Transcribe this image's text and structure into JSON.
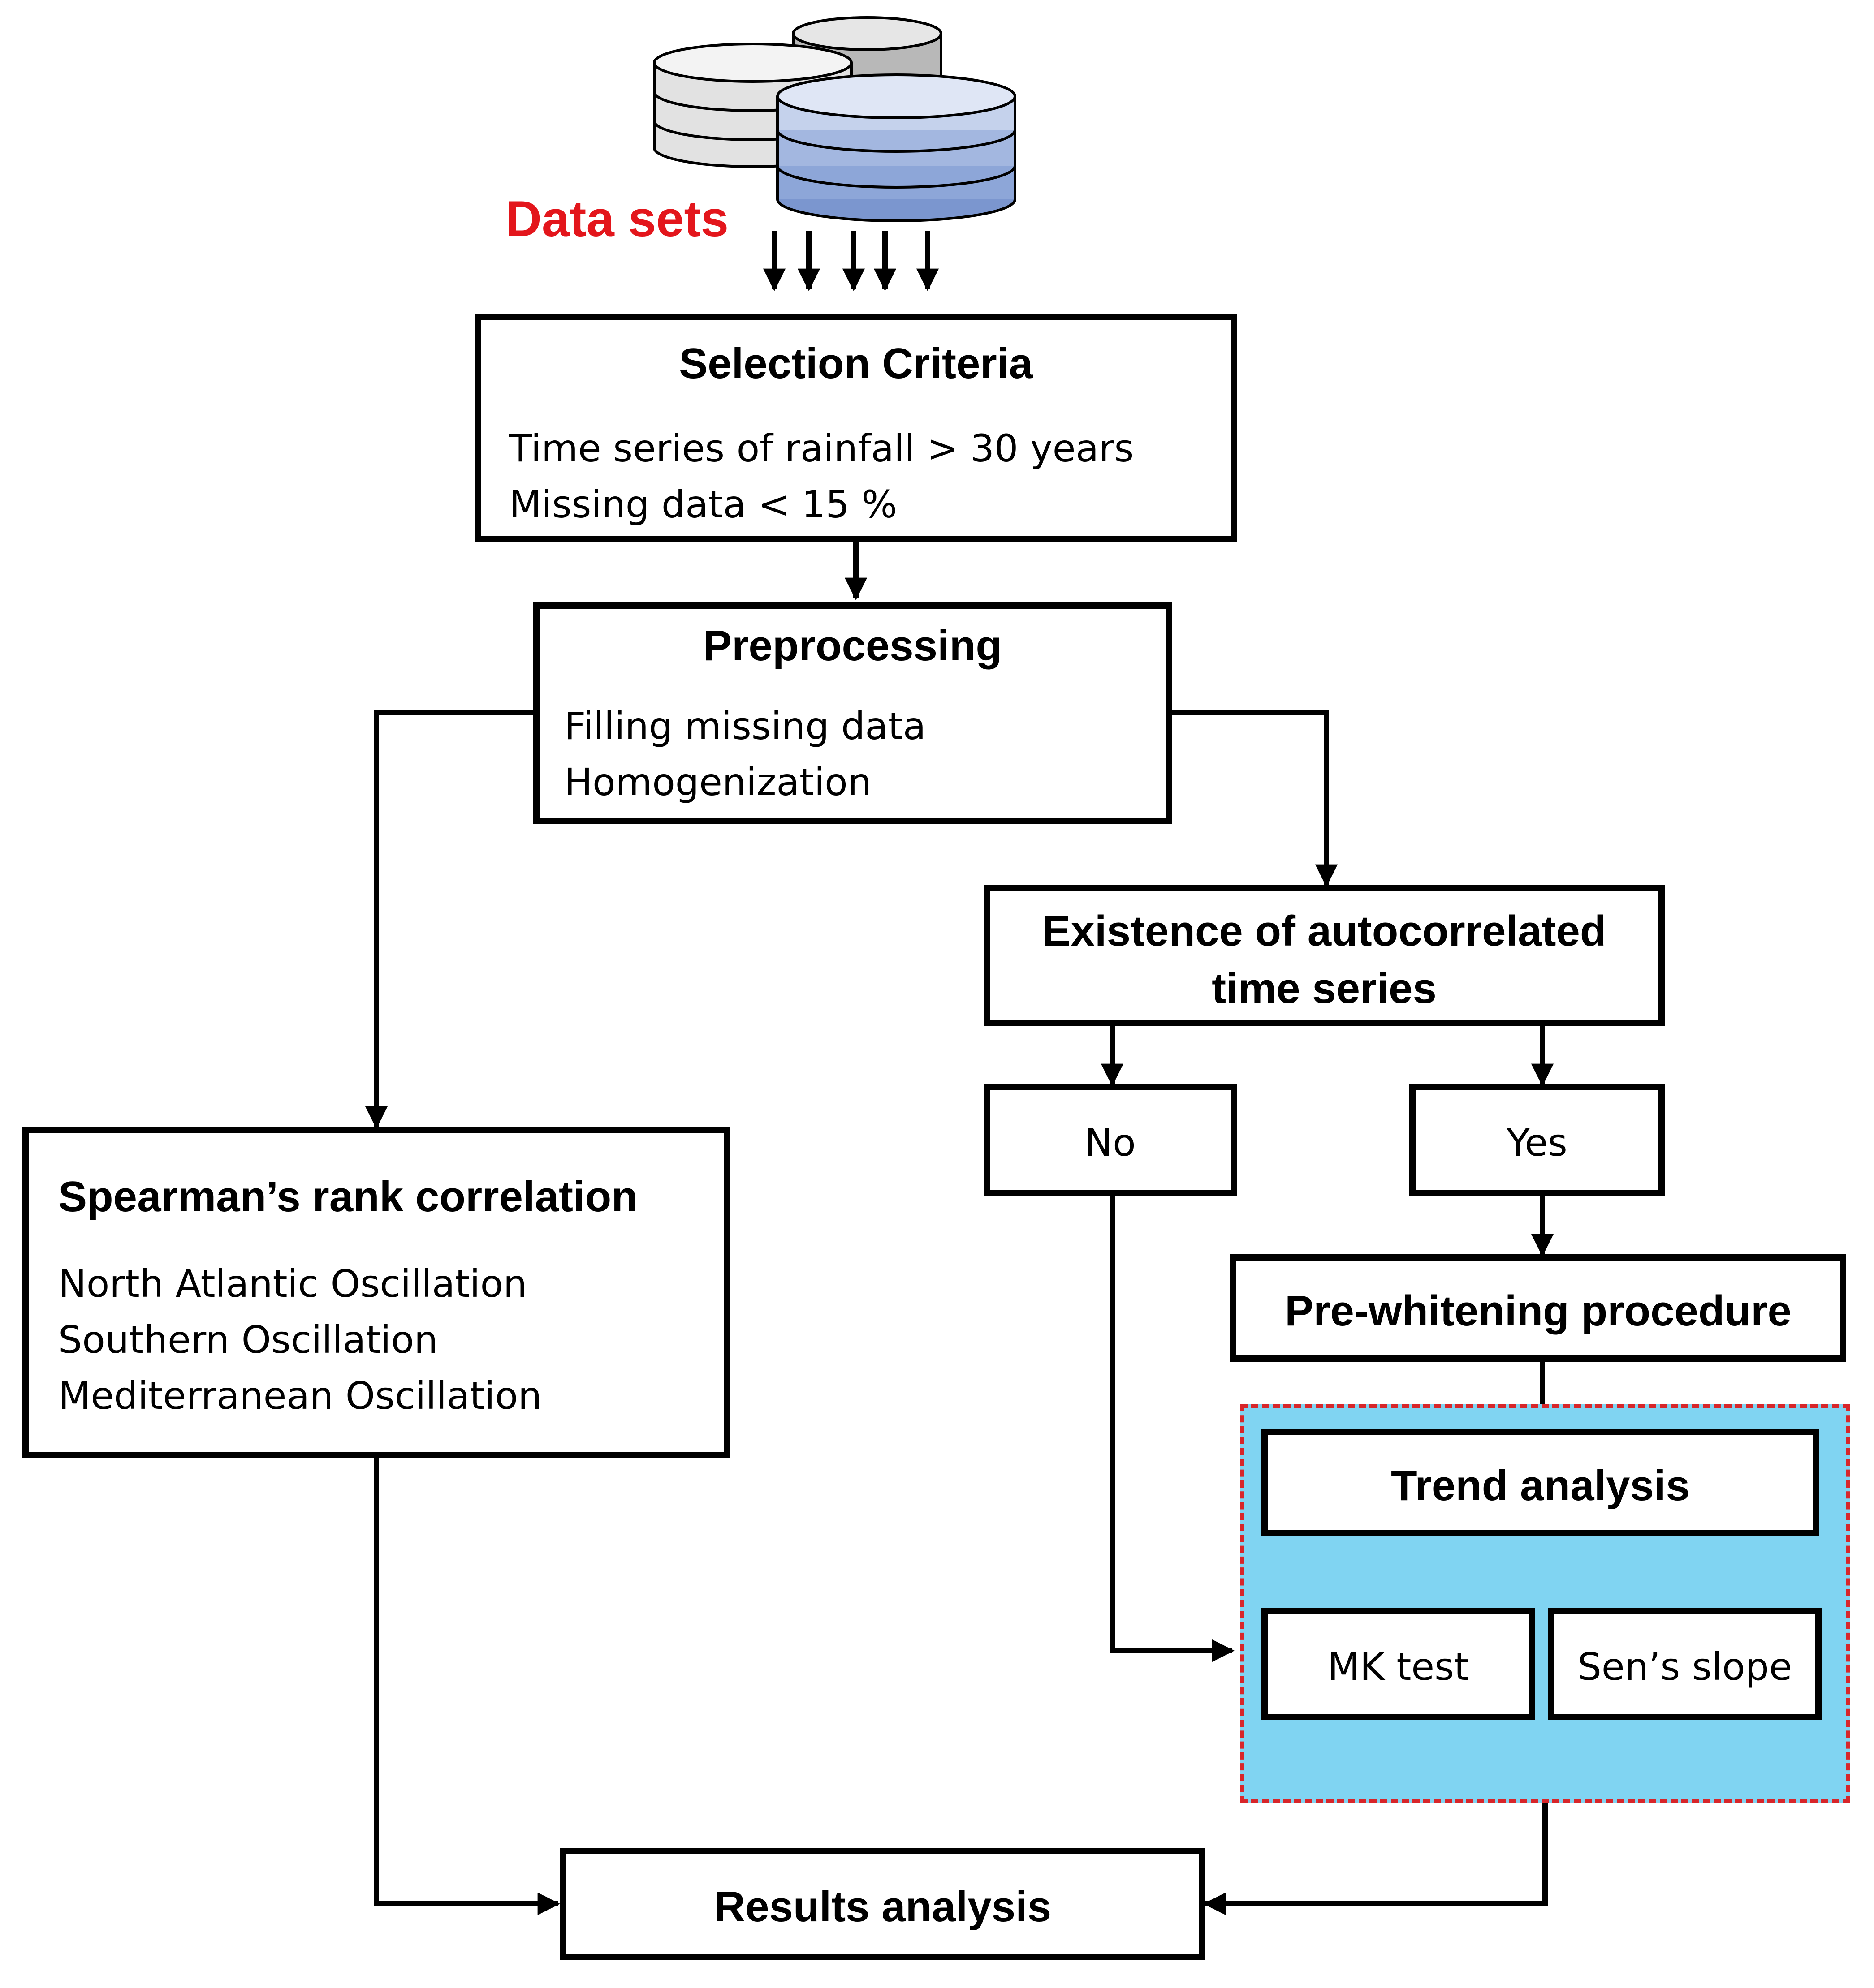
{
  "datasets": {
    "label": "Data sets",
    "label_color": "#e3161c"
  },
  "colors": {
    "highlight_fill": "#80d4f2",
    "highlight_border": "#d8262a",
    "db_gray": "#dcdcdc",
    "db_blue": "#9db2dc"
  },
  "selection": {
    "title": "Selection Criteria",
    "lines": [
      "Time series of rainfall > 30 years",
      "Missing data < 15 %"
    ]
  },
  "preprocessing": {
    "title": "Preprocessing",
    "lines": [
      "Filling missing data",
      "Homogenization"
    ]
  },
  "autocorrelation": {
    "title_line1": "Existence of autocorrelated",
    "title_line2": "time series"
  },
  "no": {
    "label": "No"
  },
  "yes": {
    "label": "Yes"
  },
  "prewhitening": {
    "title": "Pre-whitening procedure"
  },
  "spearman": {
    "title": "Spearman’s rank correlation",
    "lines": [
      "North Atlantic Oscillation",
      "Southern Oscillation",
      "Mediterranean Oscillation"
    ]
  },
  "trend": {
    "title": "Trend analysis"
  },
  "mk": {
    "label": "MK test"
  },
  "sens": {
    "label": "Sen’s slope"
  },
  "results": {
    "title": "Results analysis"
  }
}
